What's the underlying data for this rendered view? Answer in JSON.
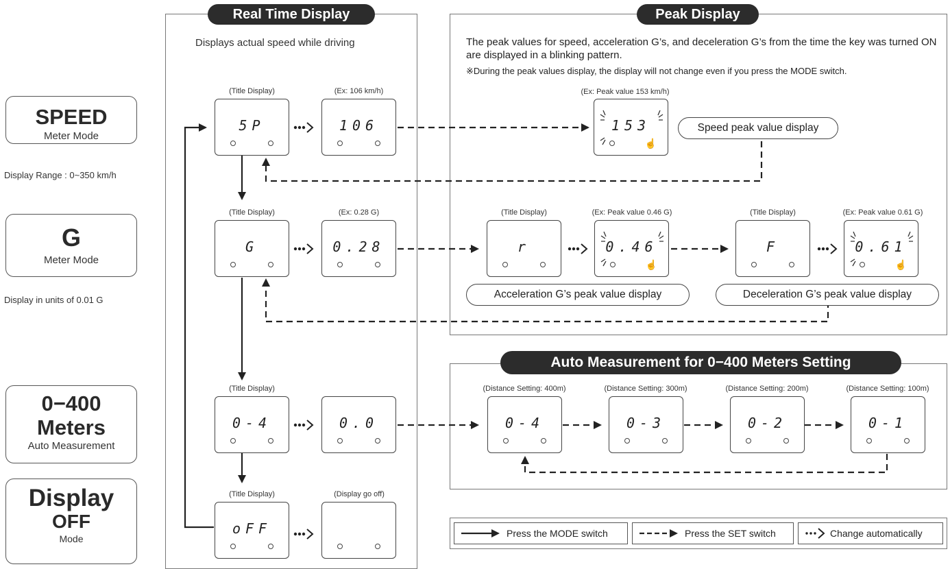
{
  "modes": [
    {
      "title": "SPEED",
      "subtitle": "Meter Mode",
      "note": "Display Range : 0~350 km/h"
    },
    {
      "title": "G",
      "subtitle": "Meter Mode",
      "note": "Display in units of 0.01 G"
    },
    {
      "title_line1": "0−400",
      "title_line2": "Meters",
      "subtitle": "Auto Measurement"
    },
    {
      "title_line1": "Display",
      "title_line2": "OFF",
      "subtitle": "Mode"
    }
  ],
  "real_time": {
    "title": "Real Time Display",
    "subtitle": "Displays actual speed while driving",
    "rows": [
      {
        "title_caption": "(Title Display)",
        "title_value": "5P",
        "example_caption": "(Ex: 106 km/h)",
        "example_value": "106"
      },
      {
        "title_caption": "(Title Display)",
        "title_value": "G",
        "example_caption": "(Ex: 0.28 G)",
        "example_value": "0.28"
      },
      {
        "title_caption": "(Title Display)",
        "title_value": "0-4",
        "example_caption": "",
        "example_value": "0.0"
      },
      {
        "title_caption": "(Title Display)",
        "title_value": "oFF",
        "example_caption": "(Display go off)",
        "example_value": ""
      }
    ]
  },
  "peak": {
    "title": "Peak Display",
    "description": "The peak values for speed, acceleration G’s, and deceleration G’s from the time the key was turned ON are displayed in a blinking pattern.",
    "note": "※During the peak values display, the display will not change even if you press the MODE switch.",
    "speed": {
      "caption": "(Ex: Peak value 153 km/h)",
      "value": "153",
      "label": "Speed peak value display"
    },
    "accel": {
      "title_caption": "(Title Display)",
      "title_value": "r",
      "peak_caption": "(Ex: Peak value 0.46 G)",
      "peak_value": "0.46",
      "label": "Acceleration G’s peak value display"
    },
    "decel": {
      "title_caption": "(Title Display)",
      "title_value": "F",
      "peak_caption": "(Ex: Peak value 0.61 G)",
      "peak_value": "0.61",
      "label": "Deceleration G’s peak value display"
    }
  },
  "auto": {
    "title": "Auto Measurement for 0−400 Meters Setting",
    "settings": [
      {
        "caption": "(Distance Setting: 400m)",
        "value": "0-4"
      },
      {
        "caption": "(Distance Setting: 300m)",
        "value": "0-3"
      },
      {
        "caption": "(Distance Setting: 200m)",
        "value": "0-2"
      },
      {
        "caption": "(Distance Setting: 100m)",
        "value": "0-1"
      }
    ]
  },
  "legend": {
    "mode": "Press the MODE switch",
    "set": "Press the SET switch",
    "auto": "Change automatically"
  },
  "colors": {
    "title_bg": "#2c2c2c",
    "line": "#222222",
    "border": "#444444"
  }
}
